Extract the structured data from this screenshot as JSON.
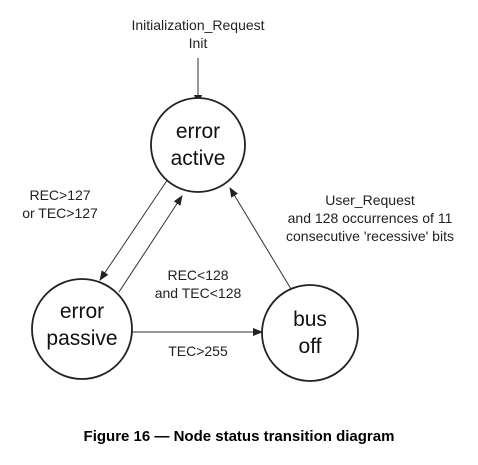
{
  "top_input": {
    "line1": "Initialization_Request",
    "line2": "Init"
  },
  "states": {
    "error_active": {
      "line1": "error",
      "line2": "active"
    },
    "error_passive": {
      "line1": "error",
      "line2": "passive"
    },
    "bus_off": {
      "line1": "bus",
      "line2": "off"
    }
  },
  "transitions": {
    "active_to_passive": {
      "line1": "REC>127",
      "line2": "or TEC>127"
    },
    "passive_to_active": {
      "line1": "REC<128",
      "line2": "and TEC<128"
    },
    "passive_to_busoff": {
      "line1": "TEC>255"
    },
    "busoff_to_active": {
      "line1": "User_Request",
      "line2": "and 128 occurrences of 11",
      "line3": "consecutive 'recessive' bits"
    }
  },
  "caption": "Figure 16 — Node status transition diagram"
}
